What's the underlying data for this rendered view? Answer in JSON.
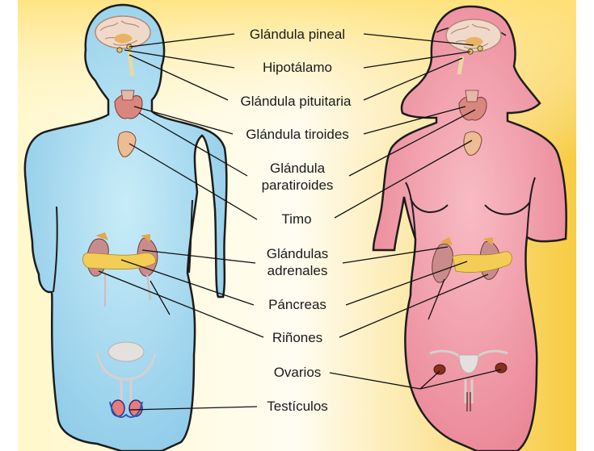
{
  "labels": {
    "pineal": "Glándula pineal",
    "hipotalamo": "Hipotálamo",
    "pituitaria": "Glándula pituitaria",
    "tiroides": "Glándula tiroides",
    "paratiroides_1": "Glándula",
    "paratiroides_2": "paratiroides",
    "timo": "Timo",
    "adrenales_1": "Glándulas",
    "adrenales_2": "adrenales",
    "pancreas": "Páncreas",
    "rinones": "Riñones",
    "ovarios": "Ovarios",
    "testiculos": "Testículos"
  },
  "colors": {
    "male_body": "#a9daf0",
    "female_body": "#f2a0ac",
    "background_warm": "#f7c837",
    "background_light": "#fffbe8",
    "gland": "#d98a8a",
    "pancreas": "#f4d25a",
    "outline": "#222222"
  }
}
